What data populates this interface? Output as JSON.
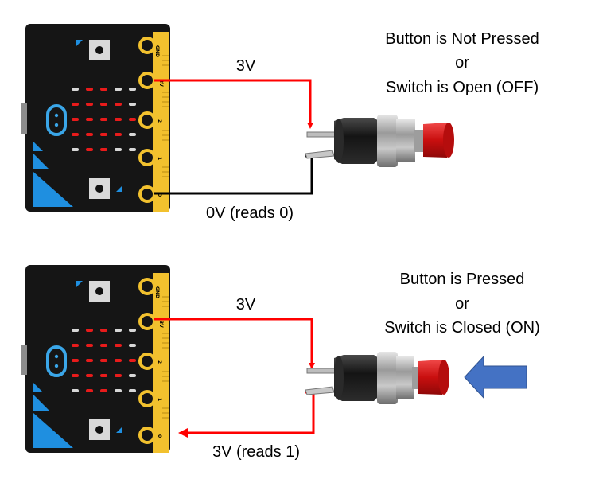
{
  "panels": [
    {
      "state_lines": [
        "Button is Not Pressed",
        "or",
        "Switch is Open (OFF)"
      ],
      "top_wire_label": "3V",
      "bottom_wire_label": "0V (reads 0)",
      "bottom_wire_color": "#000000",
      "arrow_to_board": false,
      "press_arrow": false
    },
    {
      "state_lines": [
        "Button is Pressed",
        "or",
        "Switch is Closed (ON)"
      ],
      "top_wire_label": "3V",
      "bottom_wire_label": "3V (reads 1)",
      "bottom_wire_color": "#ff0000",
      "arrow_to_board": true,
      "press_arrow": true
    }
  ],
  "edge_pins": [
    "GND",
    "3V",
    "2",
    "1",
    "0"
  ],
  "colors": {
    "wire_3v": "#ff0000",
    "board": "#151515",
    "edge_connector": "#f2c12e",
    "led_on": "#e81b1b",
    "led_off": "#d7d7d7",
    "button_cap": "#d91b1b",
    "press_arrow": "#4472c4",
    "logo": "#3aa6e8"
  },
  "icons": [
    "microbit-board",
    "push-button-switch",
    "press-arrow-icon"
  ]
}
